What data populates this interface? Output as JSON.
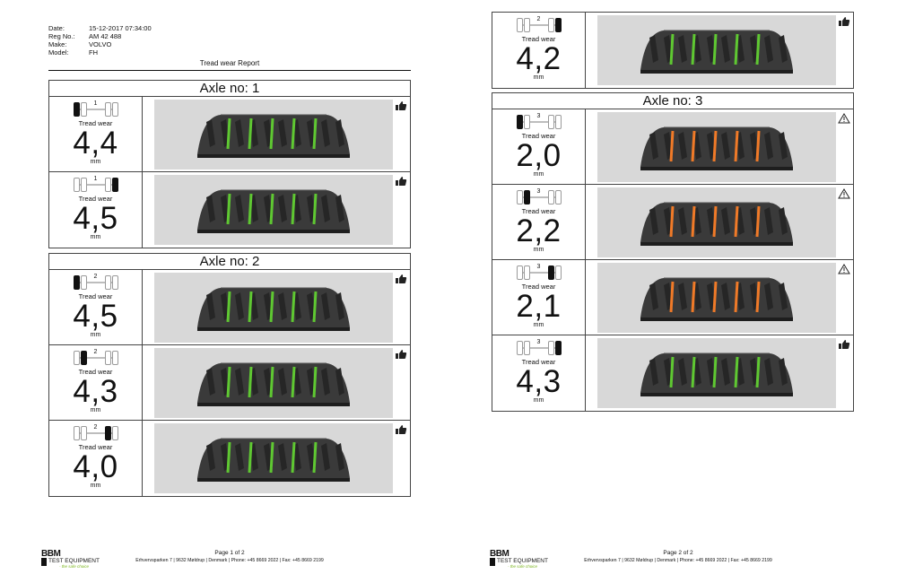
{
  "report": {
    "labels": {
      "date": "Date:",
      "reg_no": "Reg No.:",
      "make": "Make:",
      "model": "Model:"
    },
    "values": {
      "date": "15-12-2017 07:34:00",
      "reg_no": "AM 42 488",
      "make": "VOLVO",
      "model": "FH"
    },
    "title": "Tread wear Report"
  },
  "labels": {
    "tread_wear": "Tread wear",
    "unit": "mm"
  },
  "pages": [
    {
      "axles": [
        {
          "title": "Axle no: 1",
          "tyres": [
            {
              "axle_num": "1",
              "value": "4,4",
              "status": "thumbs-up-icon",
              "tread_color": "#5fc832",
              "selected": "left-outer"
            },
            {
              "axle_num": "1",
              "value": "4,5",
              "status": "thumbs-up-icon",
              "tread_color": "#5fc832",
              "selected": "right-outer"
            }
          ]
        },
        {
          "title": "Axle no: 2",
          "tyres": [
            {
              "axle_num": "2",
              "value": "4,5",
              "status": "thumbs-up-icon",
              "tread_color": "#5fc832",
              "selected": "left-outer"
            },
            {
              "axle_num": "2",
              "value": "4,3",
              "status": "thumbs-up-icon",
              "tread_color": "#5fc832",
              "selected": "left-inner"
            },
            {
              "axle_num": "2",
              "value": "4,0",
              "status": "thumbs-up-icon",
              "tread_color": "#5fc832",
              "selected": "right-inner"
            }
          ]
        }
      ],
      "footer": {
        "page": "Page 1 of 2"
      }
    },
    {
      "axles": [
        {
          "title": "",
          "tyres": [
            {
              "axle_num": "2",
              "value": "4,2",
              "status": "thumbs-up-icon",
              "tread_color": "#5fc832",
              "selected": "right-outer"
            }
          ]
        },
        {
          "title": "Axle no: 3",
          "tyres": [
            {
              "axle_num": "3",
              "value": "2,0",
              "status": "warning-icon",
              "tread_color": "#f07a28",
              "selected": "left-outer"
            },
            {
              "axle_num": "3",
              "value": "2,2",
              "status": "warning-icon",
              "tread_color": "#f07a28",
              "selected": "left-inner"
            },
            {
              "axle_num": "3",
              "value": "2,1",
              "status": "warning-icon",
              "tread_color": "#f07a28",
              "selected": "right-inner"
            },
            {
              "axle_num": "3",
              "value": "4,3",
              "status": "thumbs-up-icon",
              "tread_color": "#5fc832",
              "selected": "right-outer"
            }
          ]
        }
      ],
      "footer": {
        "page": "Page 2 of 2"
      }
    }
  ],
  "footer": {
    "logo_text": "BBM",
    "logo_sub": "TEST EQUIPMENT",
    "logo_tag": "- the safe choice",
    "address": "Erhvervsparken 7 | 9632 Møldrup | Denmark | Phone: +45 8669 2022 | Fax: +45 8669 2199"
  }
}
